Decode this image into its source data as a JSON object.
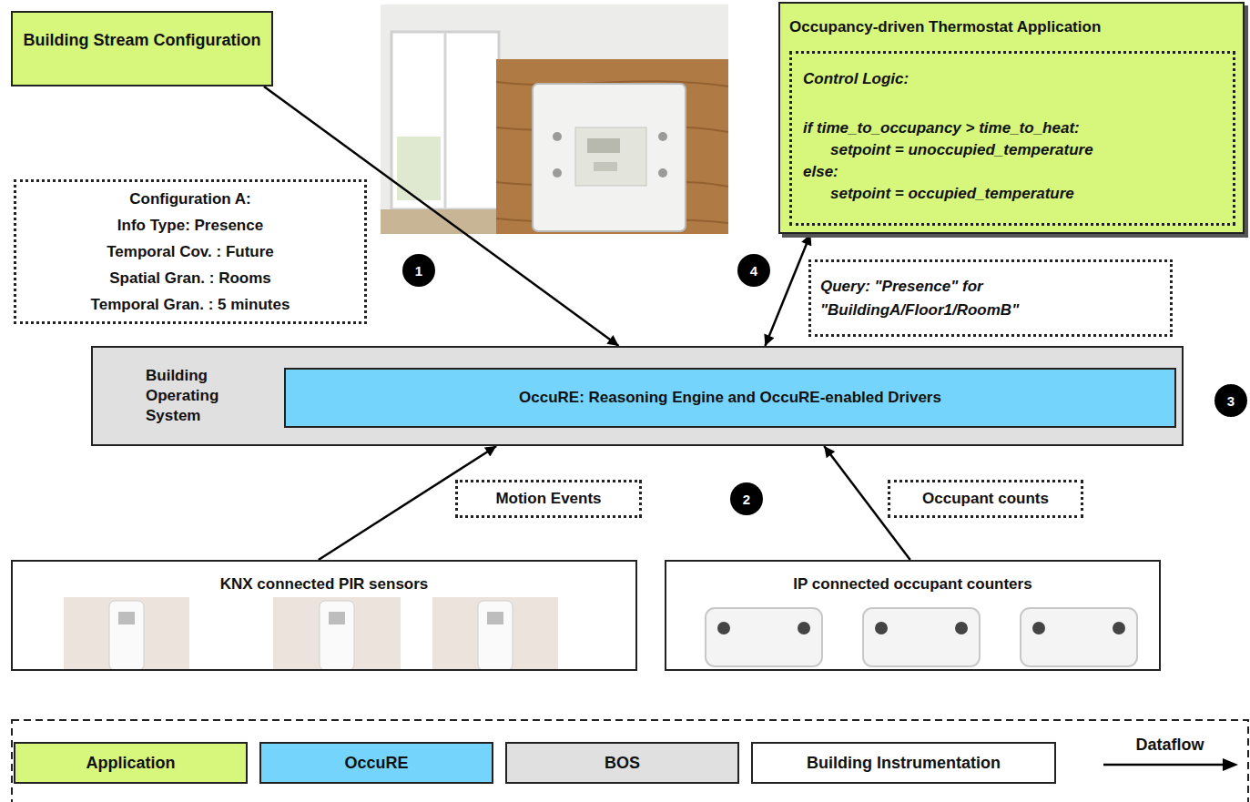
{
  "diagram": {
    "nodes": [
      {
        "text": [
          "Building Stream Configuration"
        ]
      },
      {
        "text": [
          "Configuration A:",
          "Info Type: Presence",
          "Temporal Cov. : Future",
          "Spatial Gran. : Rooms",
          "Temporal Gran. : 5 minutes"
        ]
      },
      {
        "text": [
          "Occupancy-driven Thermostat Application"
        ]
      },
      {
        "text": [
          "Control Logic:",
          "if time_to_occupancy > time_to_heat:",
          "setpoint = unoccupied_temperature",
          "else:",
          "setpoint = occupied_temperature"
        ],
        "in": 2
      },
      {
        "text": [
          "Query: \"Presence\" for \"BuildingA/Floor1/RoomB\""
        ]
      },
      {
        "text": [
          "Building Operating System"
        ]
      },
      {
        "text": [
          "OccuRE: Reasoning Engine and OccuRE-enabled Drivers"
        ],
        "in": 5
      },
      {
        "text": [
          "Motion Events"
        ]
      },
      {
        "text": [
          "Occupant counts"
        ]
      },
      {
        "text": [
          "KNX connected PIR sensors"
        ]
      },
      {
        "text": [
          "IP connected occupant counters"
        ]
      }
    ],
    "edges": [
      {
        "from": 0,
        "to": 5,
        "arrow": "to"
      },
      {
        "from": 2,
        "to": 5,
        "arrow": "both"
      },
      {
        "from": 9,
        "to": 5,
        "arrow": "to"
      },
      {
        "from": 10,
        "to": 5,
        "arrow": "to"
      }
    ],
    "labels": [
      "1",
      "4",
      "3",
      "2"
    ],
    "legend": [
      {
        "text": "Application",
        "color": "#d6f67c"
      },
      {
        "text": "OccuRE",
        "color": "#75d4fb"
      },
      {
        "text": "BOS",
        "color": "#e0e0e0"
      },
      {
        "text": "Building Instrumentation",
        "color": "#ffffff"
      },
      {
        "text": "Dataflow"
      }
    ]
  }
}
